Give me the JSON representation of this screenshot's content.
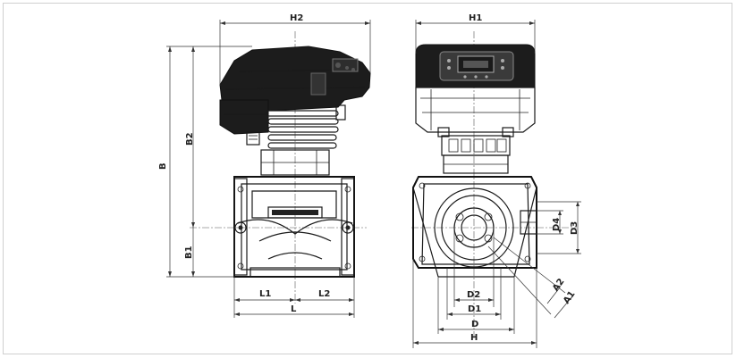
{
  "labels": {
    "H2": "H2",
    "H1": "H1",
    "B": "B",
    "B2": "B2",
    "B1": "B1",
    "L1": "L1",
    "L2": "L2",
    "L": "L",
    "D4": "D4",
    "D3": "D3",
    "D2": "D2",
    "D1": "D1",
    "D": "D",
    "H": "H",
    "A2": "A2",
    "A1": "A1"
  }
}
